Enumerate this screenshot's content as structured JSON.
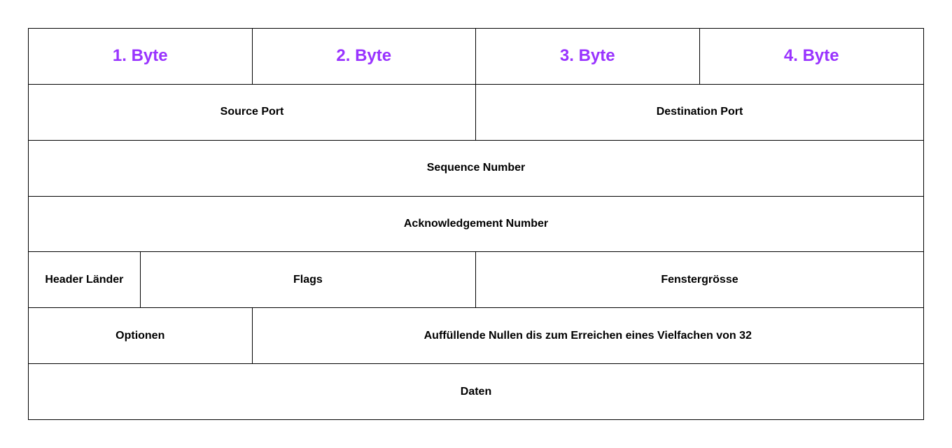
{
  "diagram": {
    "accent_color": "#9933FF",
    "border_color": "#000000",
    "byte_headers": [
      "1. Byte",
      "2. Byte",
      "3. Byte",
      "4. Byte"
    ],
    "cells": {
      "source_port": "Source Port",
      "destination_port": "Destination Port",
      "sequence_number": "Sequence Number",
      "acknowledgement_number": "Acknowledgement Number",
      "header_length": "Header Länder",
      "flags": "Flags",
      "window_size": "Fenstergrösse",
      "options": "Optionen",
      "padding": "Auffüllende Nullen dis zum Erreichen eines Vielfachen von 32",
      "data": "Daten"
    }
  }
}
